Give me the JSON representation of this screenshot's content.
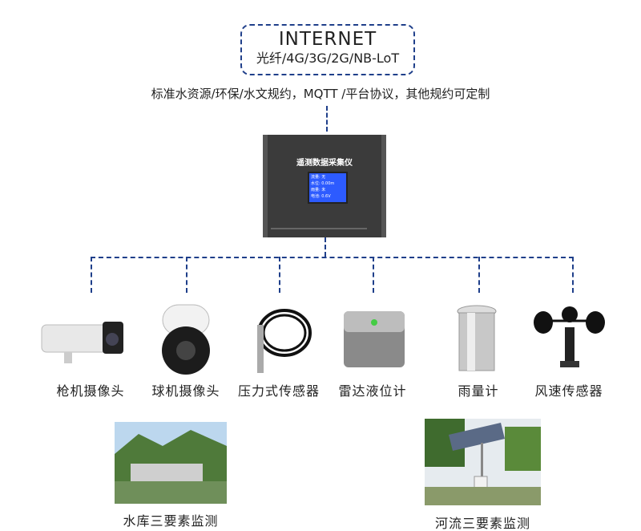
{
  "internet": {
    "title": "INTERNET",
    "networks": "光纤/4G/3G/2G/NB-LoT"
  },
  "protocol_text": "标准水资源/环保/水文规约，MQTT /平台协议，其他规约可定制",
  "device": {
    "title": "遥测数据采集仪",
    "lcd_lines": [
      "流量: 无",
      "水位: 0.00m",
      "雨量: 未",
      "电池: 0.6V"
    ]
  },
  "sensors": [
    {
      "label": "枪机摄像头",
      "icon": "bullet-camera-icon"
    },
    {
      "label": "球机摄像头",
      "icon": "dome-camera-icon"
    },
    {
      "label": "压力式传感器",
      "icon": "pressure-sensor-icon"
    },
    {
      "label": "雷达液位计",
      "icon": "radar-level-icon"
    },
    {
      "label": "雨量计",
      "icon": "rain-gauge-icon"
    },
    {
      "label": "风速传感器",
      "icon": "anemometer-icon"
    }
  ],
  "scenarios": [
    {
      "label": "水库三要素监测"
    },
    {
      "label": "河流三要素监测"
    }
  ],
  "colors": {
    "dash": "#1f3f8a",
    "device": "#3b3b3b",
    "lcd": "#2d5bff"
  }
}
